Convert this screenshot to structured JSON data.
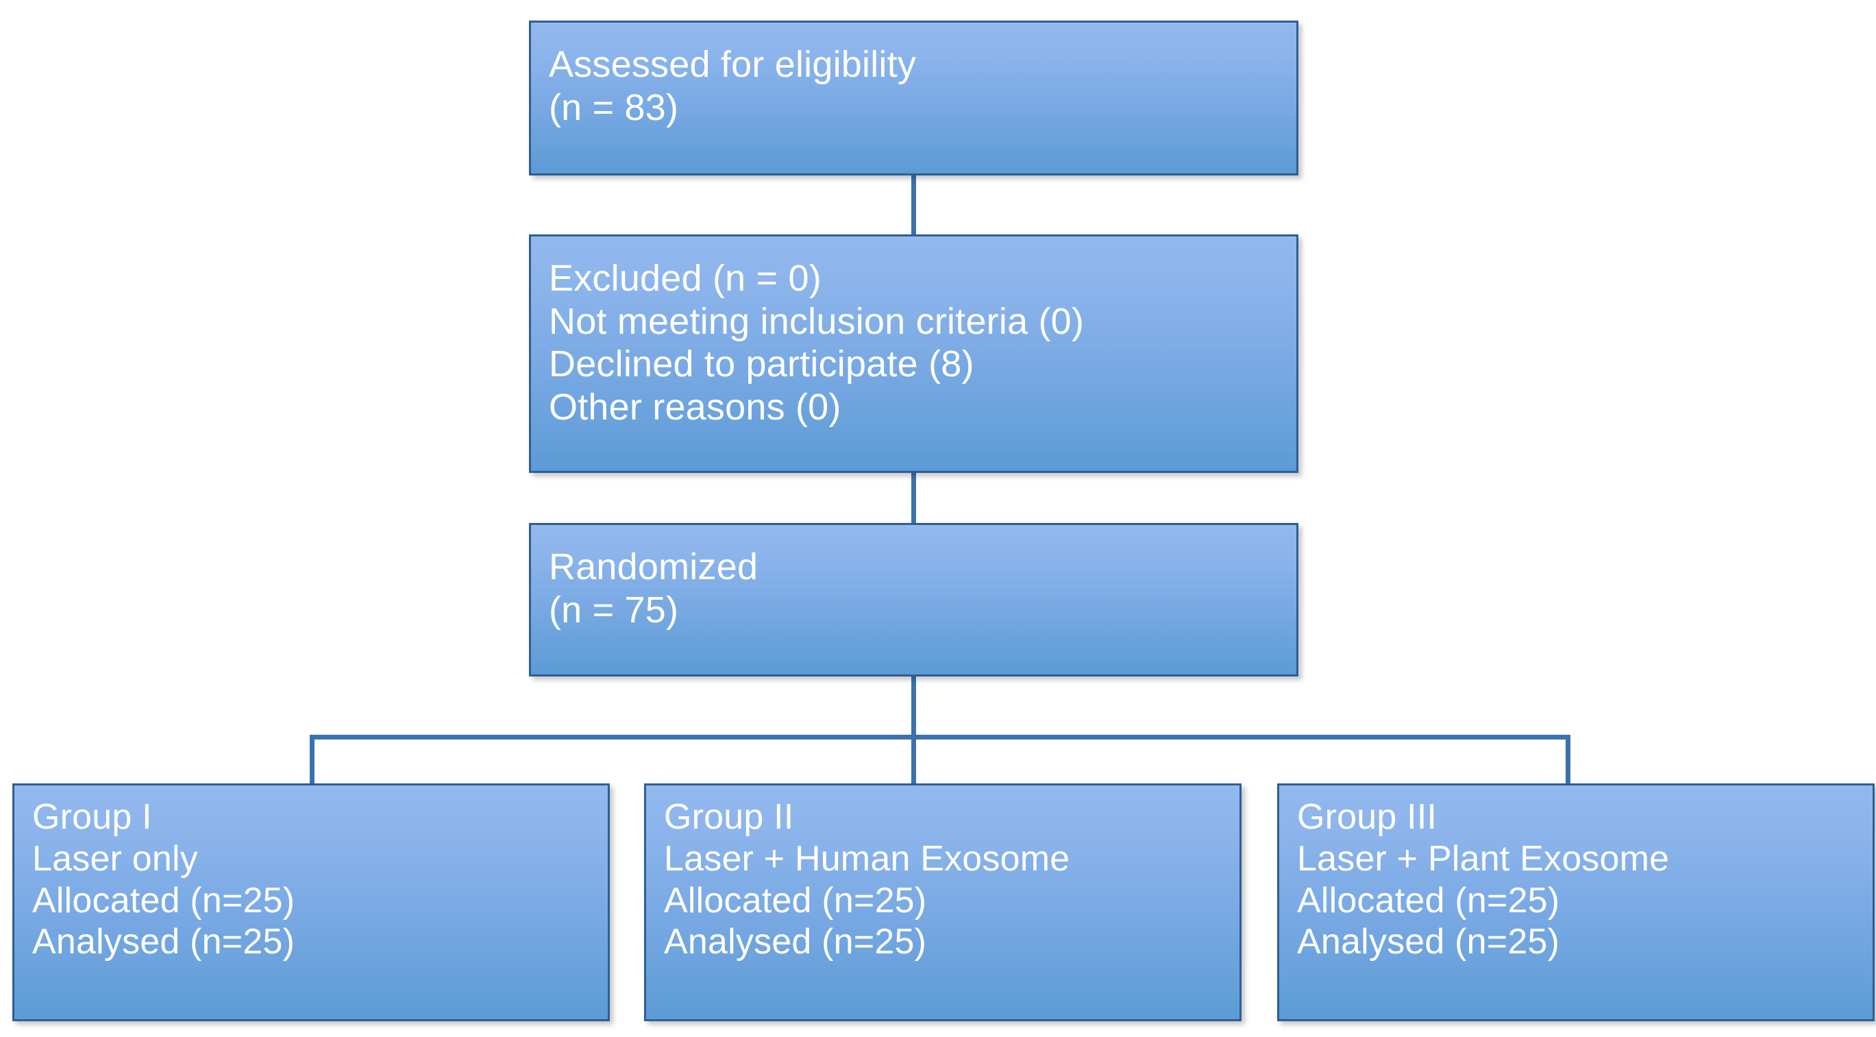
{
  "diagram": {
    "type": "CONSORT participant flow diagram",
    "accent_color": "#5C9BD6",
    "border_color": "#2E5E94",
    "connector_color": "#3B72AE",
    "text_color": "#FFFFFF",
    "nodes": [
      {
        "id": "assessed",
        "lines": [
          "Assessed for eligibility",
          "(n = 83)"
        ]
      },
      {
        "id": "excluded",
        "lines": [
          "Excluded (n = 0)",
          "Not meeting inclusion criteria (0)",
          "Declined to participate (8)",
          "Other reasons (0)"
        ]
      },
      {
        "id": "randomized",
        "lines": [
          "Randomized",
          "(n = 75)"
        ]
      },
      {
        "id": "group-1",
        "lines": [
          "Group I",
          "Laser only",
          "Allocated (n=25)",
          "Analysed (n=25)"
        ]
      },
      {
        "id": "group-2",
        "lines": [
          "Group II",
          "Laser + Human Exosome",
          "Allocated (n=25)",
          "Analysed (n=25)"
        ]
      },
      {
        "id": "group-3",
        "lines": [
          "Group III",
          "Laser + Plant Exosome",
          "Allocated (n=25)",
          "Analysed (n=25)"
        ]
      }
    ]
  }
}
